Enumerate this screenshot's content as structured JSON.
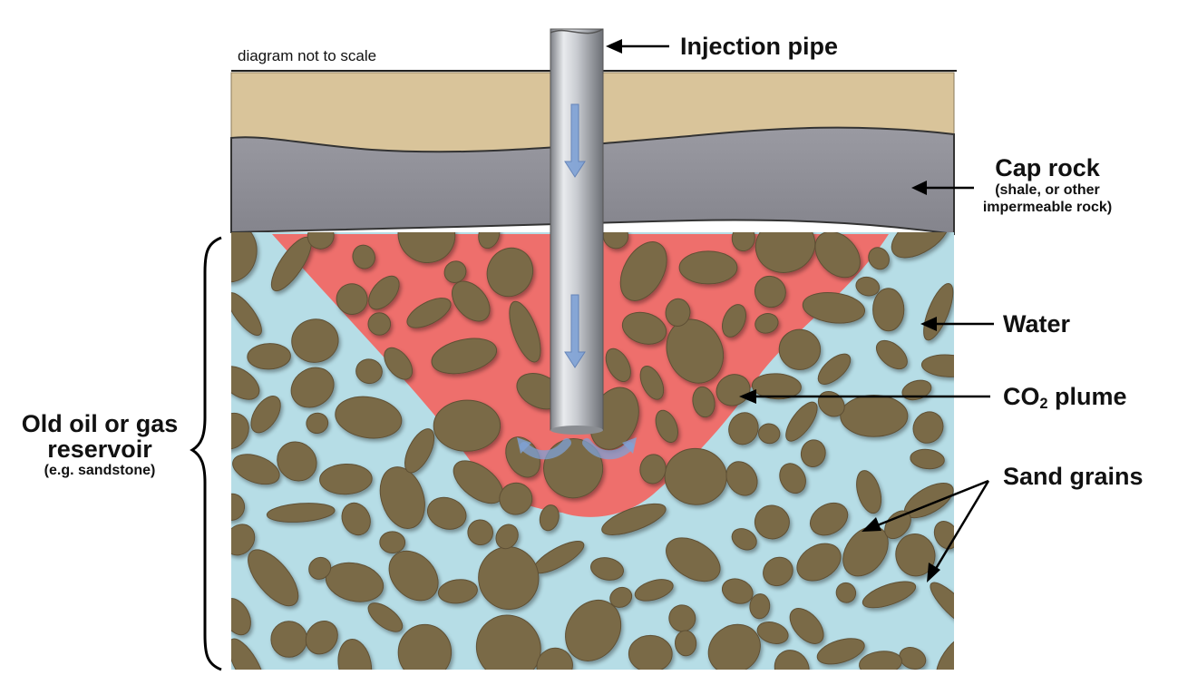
{
  "note": "diagram not to scale",
  "labels": {
    "injection_pipe": "Injection pipe",
    "cap_rock": "Cap rock",
    "cap_rock_detail_1": "(shale, or other",
    "cap_rock_detail_2": "impermeable rock)",
    "water": "Water",
    "co2_prefix": "CO",
    "co2_sub": "2",
    "co2_suffix": " plume",
    "sand_grains": "Sand grains",
    "reservoir_1": "Old oil or gas",
    "reservoir_2": "reservoir",
    "reservoir_detail": "(e.g. sandstone)"
  },
  "colors": {
    "soil": "#d9c49a",
    "cap_rock": "#8f8f96",
    "water": "#b6dde6",
    "co2_plume": "#ee6f6c",
    "sand_grain": "#7a6a47",
    "pipe": "#b9bcc2",
    "flow_arrow": "#7fa2d6"
  },
  "icons": {
    "flow": "down-arrow-icon",
    "circulation": "curved-arrow-icon",
    "brace": "curly-brace-icon"
  }
}
